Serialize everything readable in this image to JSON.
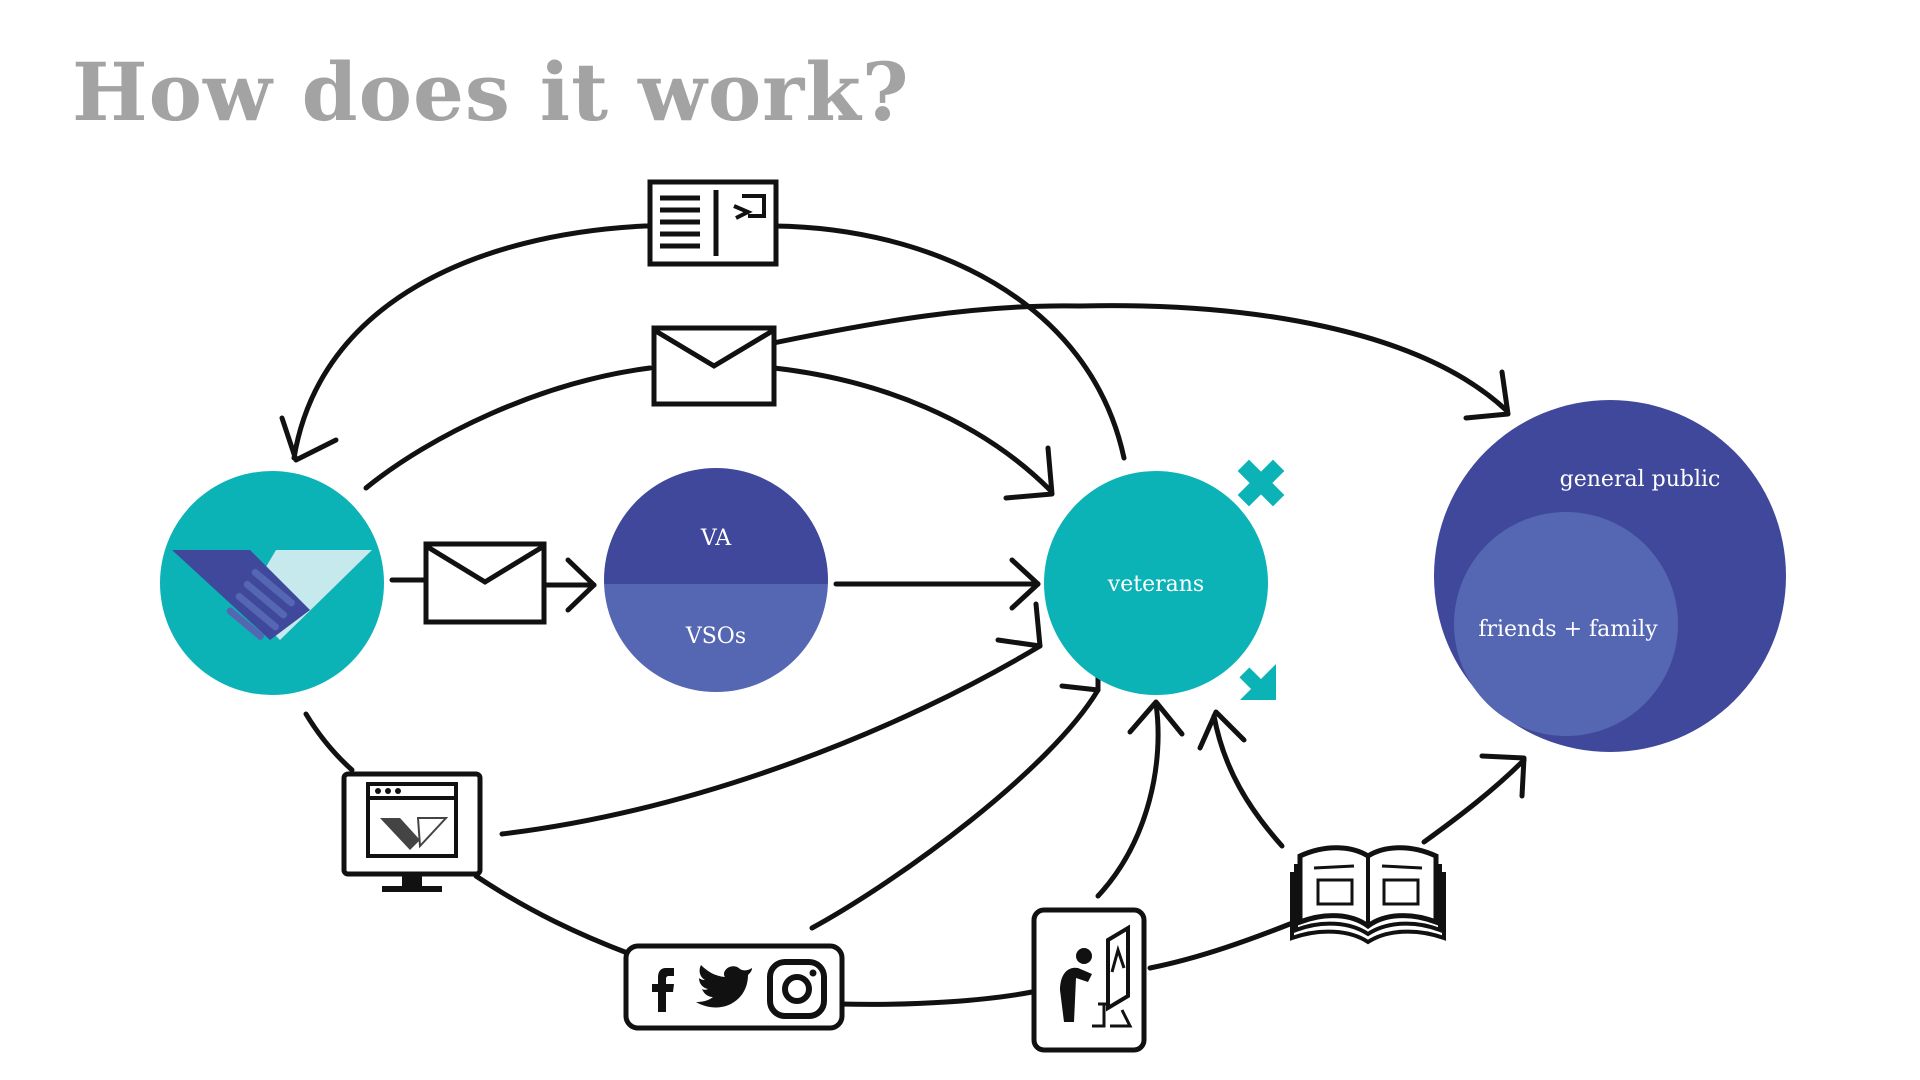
{
  "title": "How does it work?",
  "nodes": {
    "va": "VA",
    "vsos": "VSOs",
    "veterans": "veterans",
    "general_public": "general public",
    "friends_family": "friends + family"
  },
  "icons": [
    "handshake-logo-icon",
    "postcard-icon",
    "envelope-icon",
    "website-monitor-icon",
    "social-media-icon",
    "museum-exhibit-icon",
    "book-icon",
    "gender-symbol-icon"
  ],
  "colors": {
    "title": "#a3a3a3",
    "teal": "#0bb3b7",
    "dark_indigo": "#3f489b",
    "indigo": "#5567b3",
    "light_teal": "#c5e9ec",
    "line": "#111111"
  }
}
